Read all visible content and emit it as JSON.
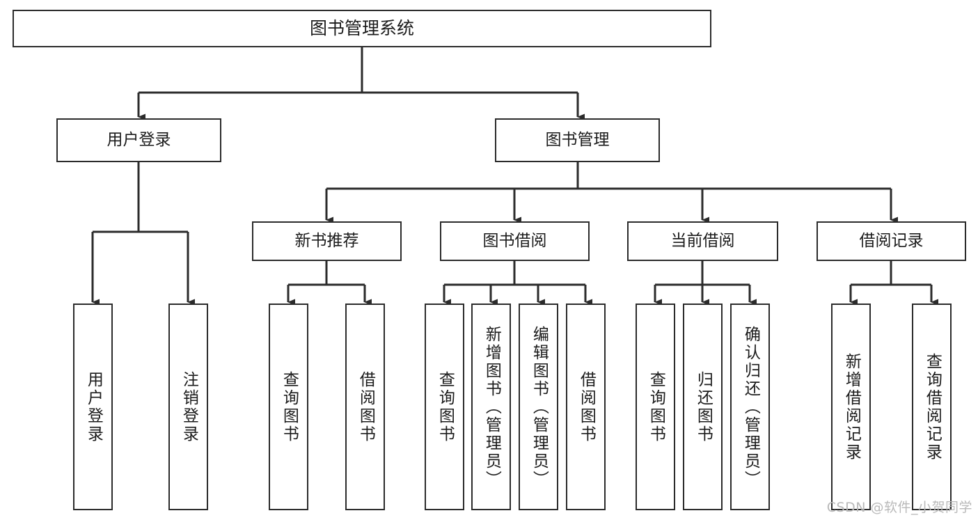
{
  "diagram": {
    "type": "tree",
    "title": "图书管理系统",
    "orientation": "top-down",
    "colors": {
      "box_border": "#2b2b2b",
      "box_fill": "#ffffff",
      "edge": "#2b2b2b",
      "text": "#1b1b1b",
      "watermark": "#b9b9b9",
      "background": "#ffffff"
    }
  },
  "root": {
    "label": "图书管理系统"
  },
  "level2": [
    {
      "label": "用户登录"
    },
    {
      "label": "图书管理"
    }
  ],
  "level3": [
    {
      "label": "新书推荐"
    },
    {
      "label": "图书借阅"
    },
    {
      "label": "当前借阅"
    },
    {
      "label": "借阅记录"
    }
  ],
  "leaves": {
    "user_login": [
      {
        "label": "用户登录"
      },
      {
        "label": "注销登录"
      }
    ],
    "new_book_recommend": [
      {
        "label": "查询图书"
      },
      {
        "label": "借阅图书"
      }
    ],
    "book_borrow": [
      {
        "label": "查询图书"
      },
      {
        "label": "新增图书（管理员）"
      },
      {
        "label": "编辑图书（管理员）"
      },
      {
        "label": "借阅图书"
      }
    ],
    "current_borrow": [
      {
        "label": "查询图书"
      },
      {
        "label": "归还图书"
      },
      {
        "label": "确认归还（管理员）"
      }
    ],
    "borrow_record": [
      {
        "label": "新增借阅记录"
      },
      {
        "label": "查询借阅记录"
      }
    ]
  },
  "watermark": {
    "text": "CSDN @软件_小贺同学"
  }
}
